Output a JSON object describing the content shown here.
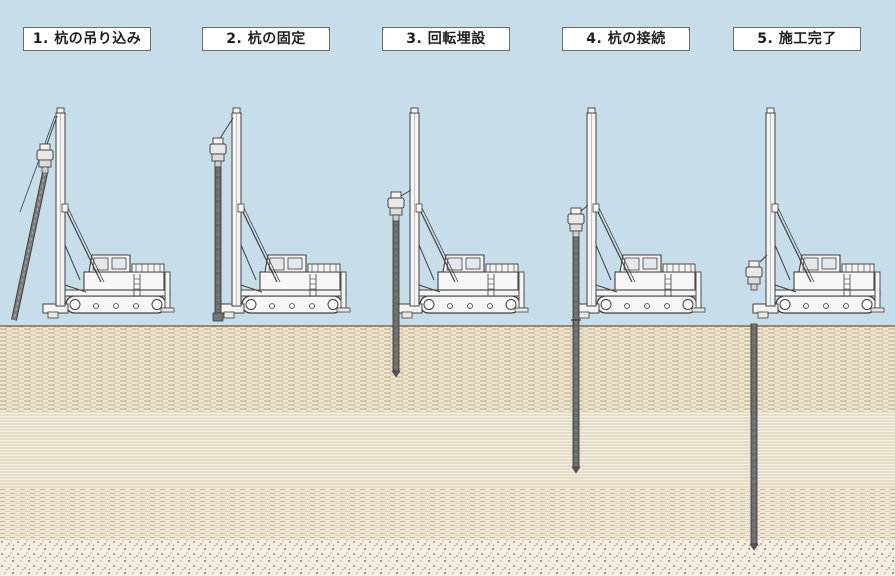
{
  "steps": [
    {
      "number": "1.",
      "label": "杭の吊り込み"
    },
    {
      "number": "2.",
      "label": "杭の固定"
    },
    {
      "number": "3.",
      "label": "回転埋設"
    },
    {
      "number": "4.",
      "label": "杭の接続"
    },
    {
      "number": "5.",
      "label": "施工完了"
    }
  ],
  "colors": {
    "sky": "#c7dde9",
    "soil_top": "#efe5cf",
    "soil_middle": "#f2ecdc",
    "soil_base": "#f3eedf",
    "machine_outline": "#404040",
    "pile": "#6b6b6b"
  }
}
